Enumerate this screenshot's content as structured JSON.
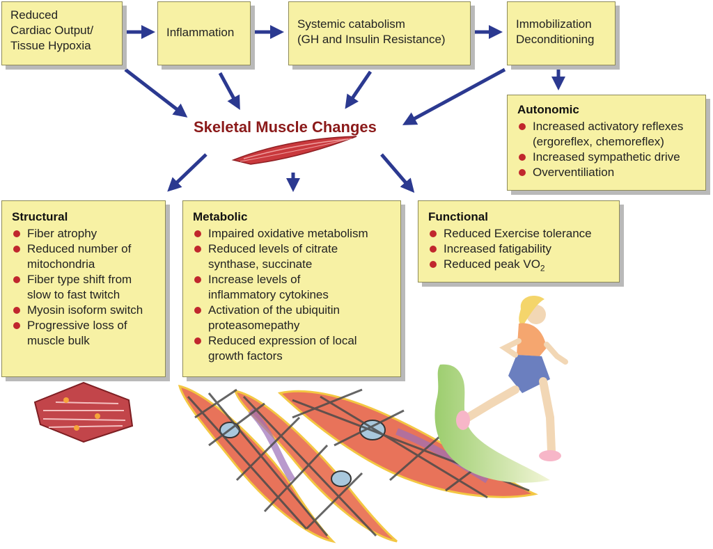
{
  "top_boxes": {
    "hypoxia": [
      "Reduced",
      "Cardiac Output/",
      "Tissue Hypoxia"
    ],
    "inflammation": [
      "Inflammation"
    ],
    "catabolism": [
      "Systemic catabolism",
      "(GH and Insulin Resistance)"
    ],
    "immobilization": [
      "Immobilization",
      "Deconditioning"
    ]
  },
  "center_title": "Skeletal Muscle Changes",
  "autonomic": {
    "title": "Autonomic",
    "items": [
      [
        "Increased activatory reflexes",
        "(ergoreflex, chemoreflex)"
      ],
      [
        "Increased sympathetic drive"
      ],
      [
        "Overventiliation"
      ]
    ]
  },
  "structural": {
    "title": "Structural",
    "items": [
      [
        "Fiber atrophy"
      ],
      [
        "Reduced number of",
        "mitochondria"
      ],
      [
        "Fiber type shift from",
        "slow to fast twitch"
      ],
      [
        "Myosin isoform switch"
      ],
      [
        "Progressive loss of",
        "muscle bulk"
      ]
    ]
  },
  "metabolic": {
    "title": "Metabolic",
    "items": [
      [
        "Impaired oxidative metabolism"
      ],
      [
        "Reduced levels of citrate",
        "synthase, succinate"
      ],
      [
        "Increase levels of",
        "inflammatory cytokines"
      ],
      [
        "Activation of the ubiquitin",
        "proteasomepathy"
      ],
      [
        "Reduced expression of local",
        "growth factors"
      ]
    ]
  },
  "functional": {
    "title": "Functional",
    "items": [
      [
        "Reduced Exercise tolerance"
      ],
      [
        "Increased fatigability"
      ],
      [
        "Reduced peak VO",
        "2"
      ]
    ]
  },
  "colors": {
    "box_fill": "#f7f1a4",
    "arrow": "#2b3990",
    "title": "#8b1a1a",
    "bullet": "#c0272d"
  }
}
